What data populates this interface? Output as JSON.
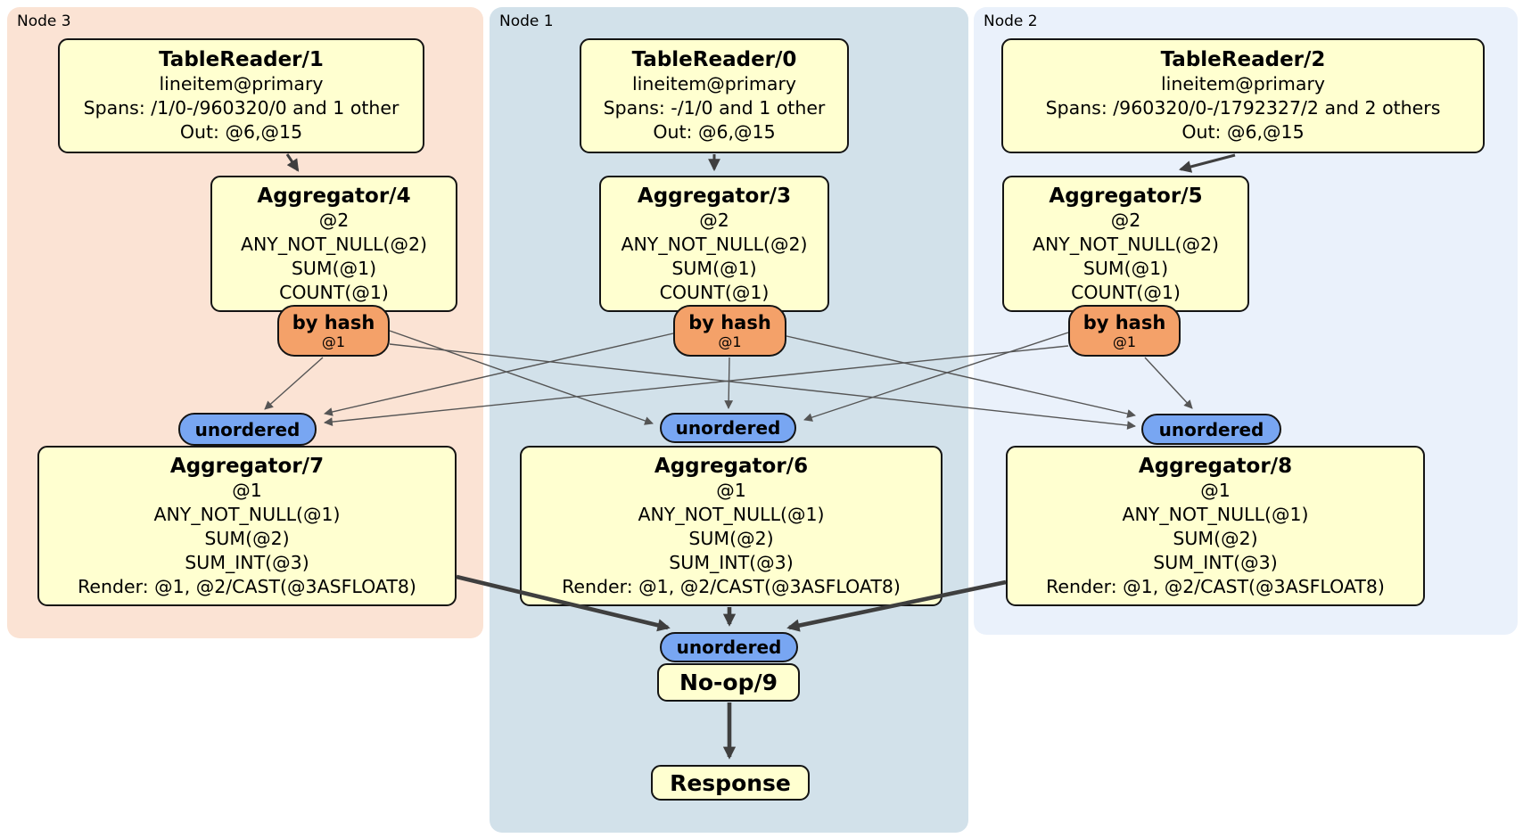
{
  "diagram_type": "distributed-sql-physical-plan",
  "colors": {
    "node3_bg": "#fbe3d4",
    "node1_bg": "#d2e1ea",
    "node2_bg": "#eaf1fb",
    "processor_box_bg": "#ffffd0",
    "router_bg": "#f4a169",
    "sync_bg": "#78a6f2",
    "edge_thin": "#555555",
    "edge_thick": "#3f3f3f",
    "border": "#141414"
  },
  "groups": [
    {
      "label": "Node 3",
      "table_reader": {
        "title": "TableReader/1",
        "lines": [
          "lineitem@primary",
          "Spans: /1/0-/960320/0 and 1 other",
          "Out: @6,@15"
        ]
      },
      "aggregator_top": {
        "title": "Aggregator/4",
        "lines": [
          "@2",
          "ANY_NOT_NULL(@2)",
          "SUM(@1)",
          "COUNT(@1)"
        ]
      },
      "router": {
        "label": "by hash",
        "detail": "@1"
      },
      "sync": {
        "label": "unordered"
      },
      "aggregator_bottom": {
        "title": "Aggregator/7",
        "lines": [
          "@1",
          "ANY_NOT_NULL(@1)",
          "SUM(@2)",
          "SUM_INT(@3)",
          "Render: @1, @2/CAST(@3ASFLOAT8)"
        ]
      }
    },
    {
      "label": "Node 1",
      "table_reader": {
        "title": "TableReader/0",
        "lines": [
          "lineitem@primary",
          "Spans: -/1/0 and 1 other",
          "Out: @6,@15"
        ]
      },
      "aggregator_top": {
        "title": "Aggregator/3",
        "lines": [
          "@2",
          "ANY_NOT_NULL(@2)",
          "SUM(@1)",
          "COUNT(@1)"
        ]
      },
      "router": {
        "label": "by hash",
        "detail": "@1"
      },
      "sync": {
        "label": "unordered"
      },
      "aggregator_bottom": {
        "title": "Aggregator/6",
        "lines": [
          "@1",
          "ANY_NOT_NULL(@1)",
          "SUM(@2)",
          "SUM_INT(@3)",
          "Render: @1, @2/CAST(@3ASFLOAT8)"
        ]
      }
    },
    {
      "label": "Node 2",
      "table_reader": {
        "title": "TableReader/2",
        "lines": [
          "lineitem@primary",
          "Spans: /960320/0-/1792327/2 and 2 others",
          "Out: @6,@15"
        ]
      },
      "aggregator_top": {
        "title": "Aggregator/5",
        "lines": [
          "@2",
          "ANY_NOT_NULL(@2)",
          "SUM(@1)",
          "COUNT(@1)"
        ]
      },
      "router": {
        "label": "by hash",
        "detail": "@1"
      },
      "sync": {
        "label": "unordered"
      },
      "aggregator_bottom": {
        "title": "Aggregator/8",
        "lines": [
          "@1",
          "ANY_NOT_NULL(@1)",
          "SUM(@2)",
          "SUM_INT(@3)",
          "Render: @1, @2/CAST(@3ASFLOAT8)"
        ]
      }
    }
  ],
  "final": {
    "sync": {
      "label": "unordered"
    },
    "noop": {
      "title": "No-op/9"
    },
    "response": {
      "title": "Response"
    }
  }
}
